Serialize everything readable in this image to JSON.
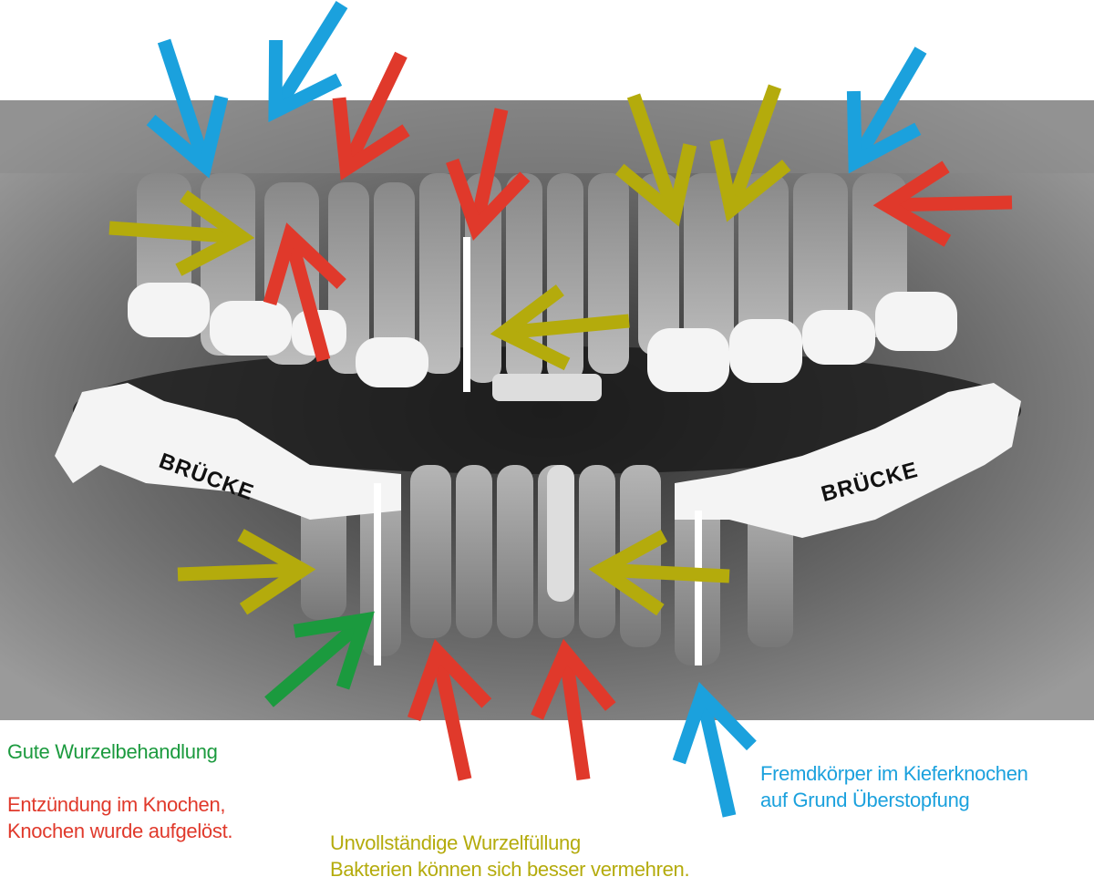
{
  "labels": {
    "bridge_left": "BRÜCKE",
    "bridge_right": "BRÜCKE"
  },
  "legend": {
    "good": "Gute Wurzelbehandlung",
    "inflammation_line1": "Entzündung im Knochen,",
    "inflammation_line2": "Knochen wurde aufgelöst.",
    "incomplete_line1": "Unvollständige Wurzelfüllung",
    "incomplete_line2": "Bakterien können sich besser vermehren.",
    "foreign_line1": "Fremdkörper im Kieferknochen",
    "foreign_line2": "auf Grund Überstopfung"
  },
  "colors": {
    "good": "#1b9a3e",
    "inflammation": "#e0392b",
    "incomplete": "#b4ab0c",
    "foreign": "#1ba1dd"
  }
}
